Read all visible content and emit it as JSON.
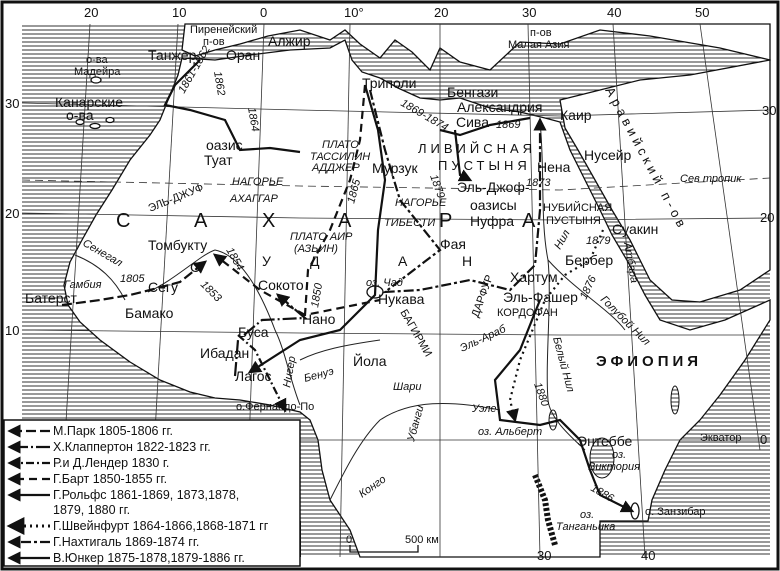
{
  "colors": {
    "ink": "#111111",
    "paper": "#ffffff",
    "sea_hatch": "#333333"
  },
  "ticks": {
    "top": [
      "20",
      "10",
      "0",
      "10°",
      "20",
      "30",
      "40",
      "50"
    ],
    "left": [
      "30",
      "20",
      "10"
    ],
    "right": [
      "30",
      "20",
      "0"
    ],
    "bottom": [
      "30",
      "40"
    ]
  },
  "places": {
    "pyrenees_1": "Пиренейский",
    "pyrenees_2": "п-ов",
    "oran": "Оран",
    "algiers": "Алжир",
    "tangier": "Танжер",
    "madeira_1": "о-ва",
    "madeira_2": "Мадейра",
    "canary_1": "Канарские",
    "canary_2": "о-ва",
    "tripoli": "Триполи",
    "benghazi": "Бенгази",
    "alexandria": "Александрия",
    "siwa": "Сива",
    "cairo": "Каир",
    "asia_minor_1": "п-ов",
    "asia_minor_2": "Малая Азия",
    "libyan_1": "ЛИВИЙСНАЯ",
    "libyan_2": "ПУСТЫНЯ",
    "kena": "Нена",
    "kuseir": "Нусейр",
    "tropic": "Сев тропик",
    "arabia": "Аравийский п-ов",
    "tuat_1": "оазис",
    "tuat_2": "Туат",
    "tassili_1": "ПЛАТО",
    "tassili_2": "ТАССИЛИН",
    "tassili_3": "АДДЖЕР",
    "ahaggar_1": "НАГОРЬЕ",
    "ahaggar_2": "АХАГГАР",
    "murzuk": "Мурзук",
    "el_djouf": "ЭЛЬ-ДЖУФ",
    "el_djof": "Эль-Джоф-",
    "oases": "оазисы",
    "kufra": "Нуфра",
    "tibesti_1": "НАГОРЬЕ",
    "tibesti_2": "ТИБЕСТИ",
    "nubian_1": "НУБИЙСНАЯ",
    "nubian_2": "ПУСТЫНЯ",
    "suakin": "Суакин",
    "sahara": [
      "С",
      "А",
      "Х",
      "А",
      "Р",
      "А"
    ],
    "sudan": [
      "С",
      "У",
      "Д",
      "А",
      "Н"
    ],
    "timbuktu": "Томбукту",
    "air_1": "ПЛАТО АИР",
    "air_2": "(АЗЬИН)",
    "faya": "Фая",
    "khartoum": "Хартум",
    "berber": "Бербер",
    "darfur": "ДАРФУР",
    "senegal": "Сенегал",
    "gambia": "Гамбия",
    "bathurst": "Батерст",
    "bamako": "Бамако",
    "segu": "Сегу",
    "sokoto": "Сокото",
    "kano": "Нано",
    "kukawa": "Нукава",
    "chad": "оз. Чад",
    "el_fasher": "Эль-Фашер",
    "kordofan": "КОРДОФАН",
    "bussa": "Буса",
    "ibadan": "Ибадан",
    "lagos": "Лагос",
    "yola": "Йола",
    "benue": "Бенуэ",
    "shari": "Шари",
    "bagirmi": "БАГИРМИ",
    "niger": "Нигер",
    "blue_nile": "Голубой Нил",
    "white_nile": "Белый Нил",
    "el_arab": "Эль-Араб",
    "nile": "Нил",
    "atbara": "Атбара",
    "ethiopia": "ЭФИОПИЯ",
    "uele": "Уэле",
    "albert": "оз. Альберт",
    "ubangi": "Убанги",
    "entebbe": "Энтеббе",
    "victoria_1": "оз.",
    "victoria_2": "Виктория",
    "equator": "Экватор",
    "equator_deg": "0",
    "congo": "Конго",
    "zanzibar": "о. Занзибар",
    "tanganyika_1": "оз.",
    "tanganyika_2": "Танганьика",
    "fernando_po": "о.Фернандо-По"
  },
  "years": {
    "y1805": "1805",
    "y1853": "1853",
    "y1854": "1854",
    "y1850": "1850",
    "y1865": "1865",
    "y1879a": "1879",
    "y1873": "1873",
    "y1869": "1869",
    "y1869_1870": "1869-1874",
    "y1862": "1862",
    "y1861": "1861-1862",
    "y1864": "1864",
    "y1879b": "1879",
    "y1876": "1876",
    "y1886": "1886",
    "y1880": "1880"
  },
  "scale": {
    "zero": "0",
    "distance": "500 км"
  },
  "legend": [
    {
      "label": "М.Парк 1805-1806 гг."
    },
    {
      "label": "Х.Клаппертон 1822-1823 гг."
    },
    {
      "label": "Р.и Д.Лендер 1830 г."
    },
    {
      "label": "Г.Барт 1850-1855 гг."
    },
    {
      "label": "Г.Рольфс 1861-1869, 1873,1878,",
      "label2": "1879, 1880 гг."
    },
    {
      "label": "Г.Швейнфурт 1864-1866,1868-1871 гг"
    },
    {
      "label": "Г.Нахтигаль 1869-1874 гг."
    },
    {
      "label": "В.Юнкер 1875-1878,1879-1886 гг."
    }
  ]
}
